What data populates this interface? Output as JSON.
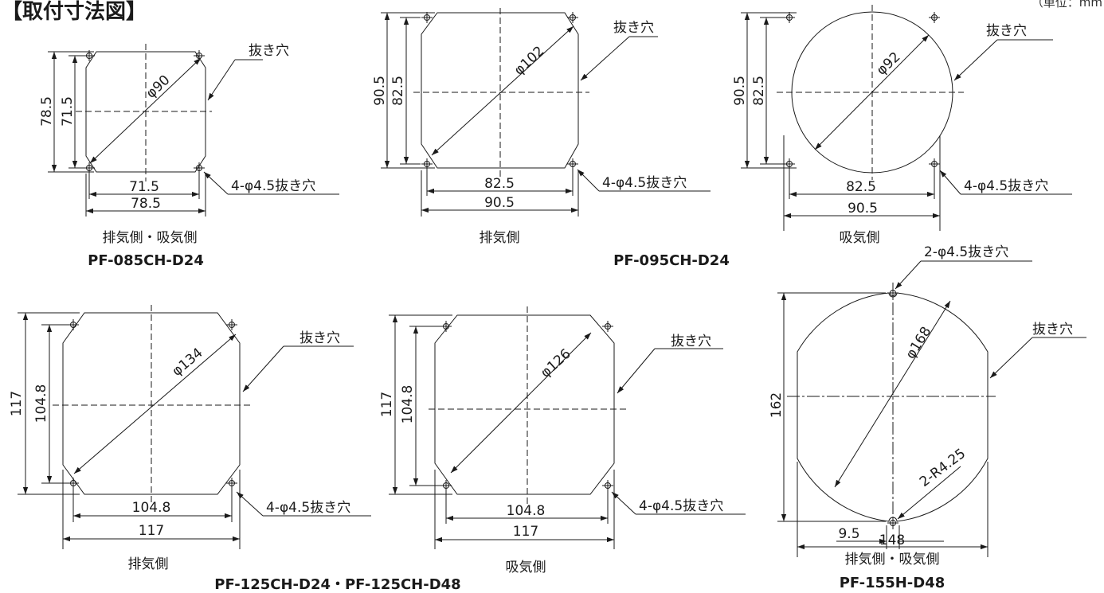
{
  "page": {
    "title": "【取付寸法図】",
    "unit_note": "（単位：mm"
  },
  "labels": {
    "cutout": "抜き穴",
    "holes_4": "4-φ4.5抜き穴",
    "holes_2": "2-φ4.5抜き穴",
    "radius": "2-R4.25"
  },
  "diagrams": [
    {
      "dia": "φ90",
      "h_outer": "78.5",
      "h_inner": "71.5",
      "w_inner": "71.5",
      "w_outer": "78.5",
      "caption": "排気側・吸気側"
    },
    {
      "dia": "φ102",
      "h_outer": "90.5",
      "h_inner": "82.5",
      "w_inner": "82.5",
      "w_outer": "90.5",
      "caption": "排気側"
    },
    {
      "dia": "φ92",
      "h_outer": "90.5",
      "h_inner": "82.5",
      "w_inner": "82.5",
      "w_outer": "90.5",
      "caption": "吸気側"
    },
    {
      "dia": "φ134",
      "h_outer": "117",
      "h_inner": "104.8",
      "w_inner": "104.8",
      "w_outer": "117",
      "caption": "排気側"
    },
    {
      "dia": "φ126",
      "h_outer": "117",
      "h_inner": "104.8",
      "w_inner": "104.8",
      "w_outer": "117",
      "caption": "吸気側"
    },
    {
      "dia": "φ168",
      "h_outer": "162",
      "w_offset": "9.5",
      "w_outer": "148",
      "caption": "排気側・吸気側"
    }
  ],
  "models": {
    "m1": "PF-085CH-D24",
    "m2": "PF-095CH-D24",
    "m3": "PF-125CH-D24・PF-125CH-D48",
    "m4": "PF-155H-D48"
  }
}
